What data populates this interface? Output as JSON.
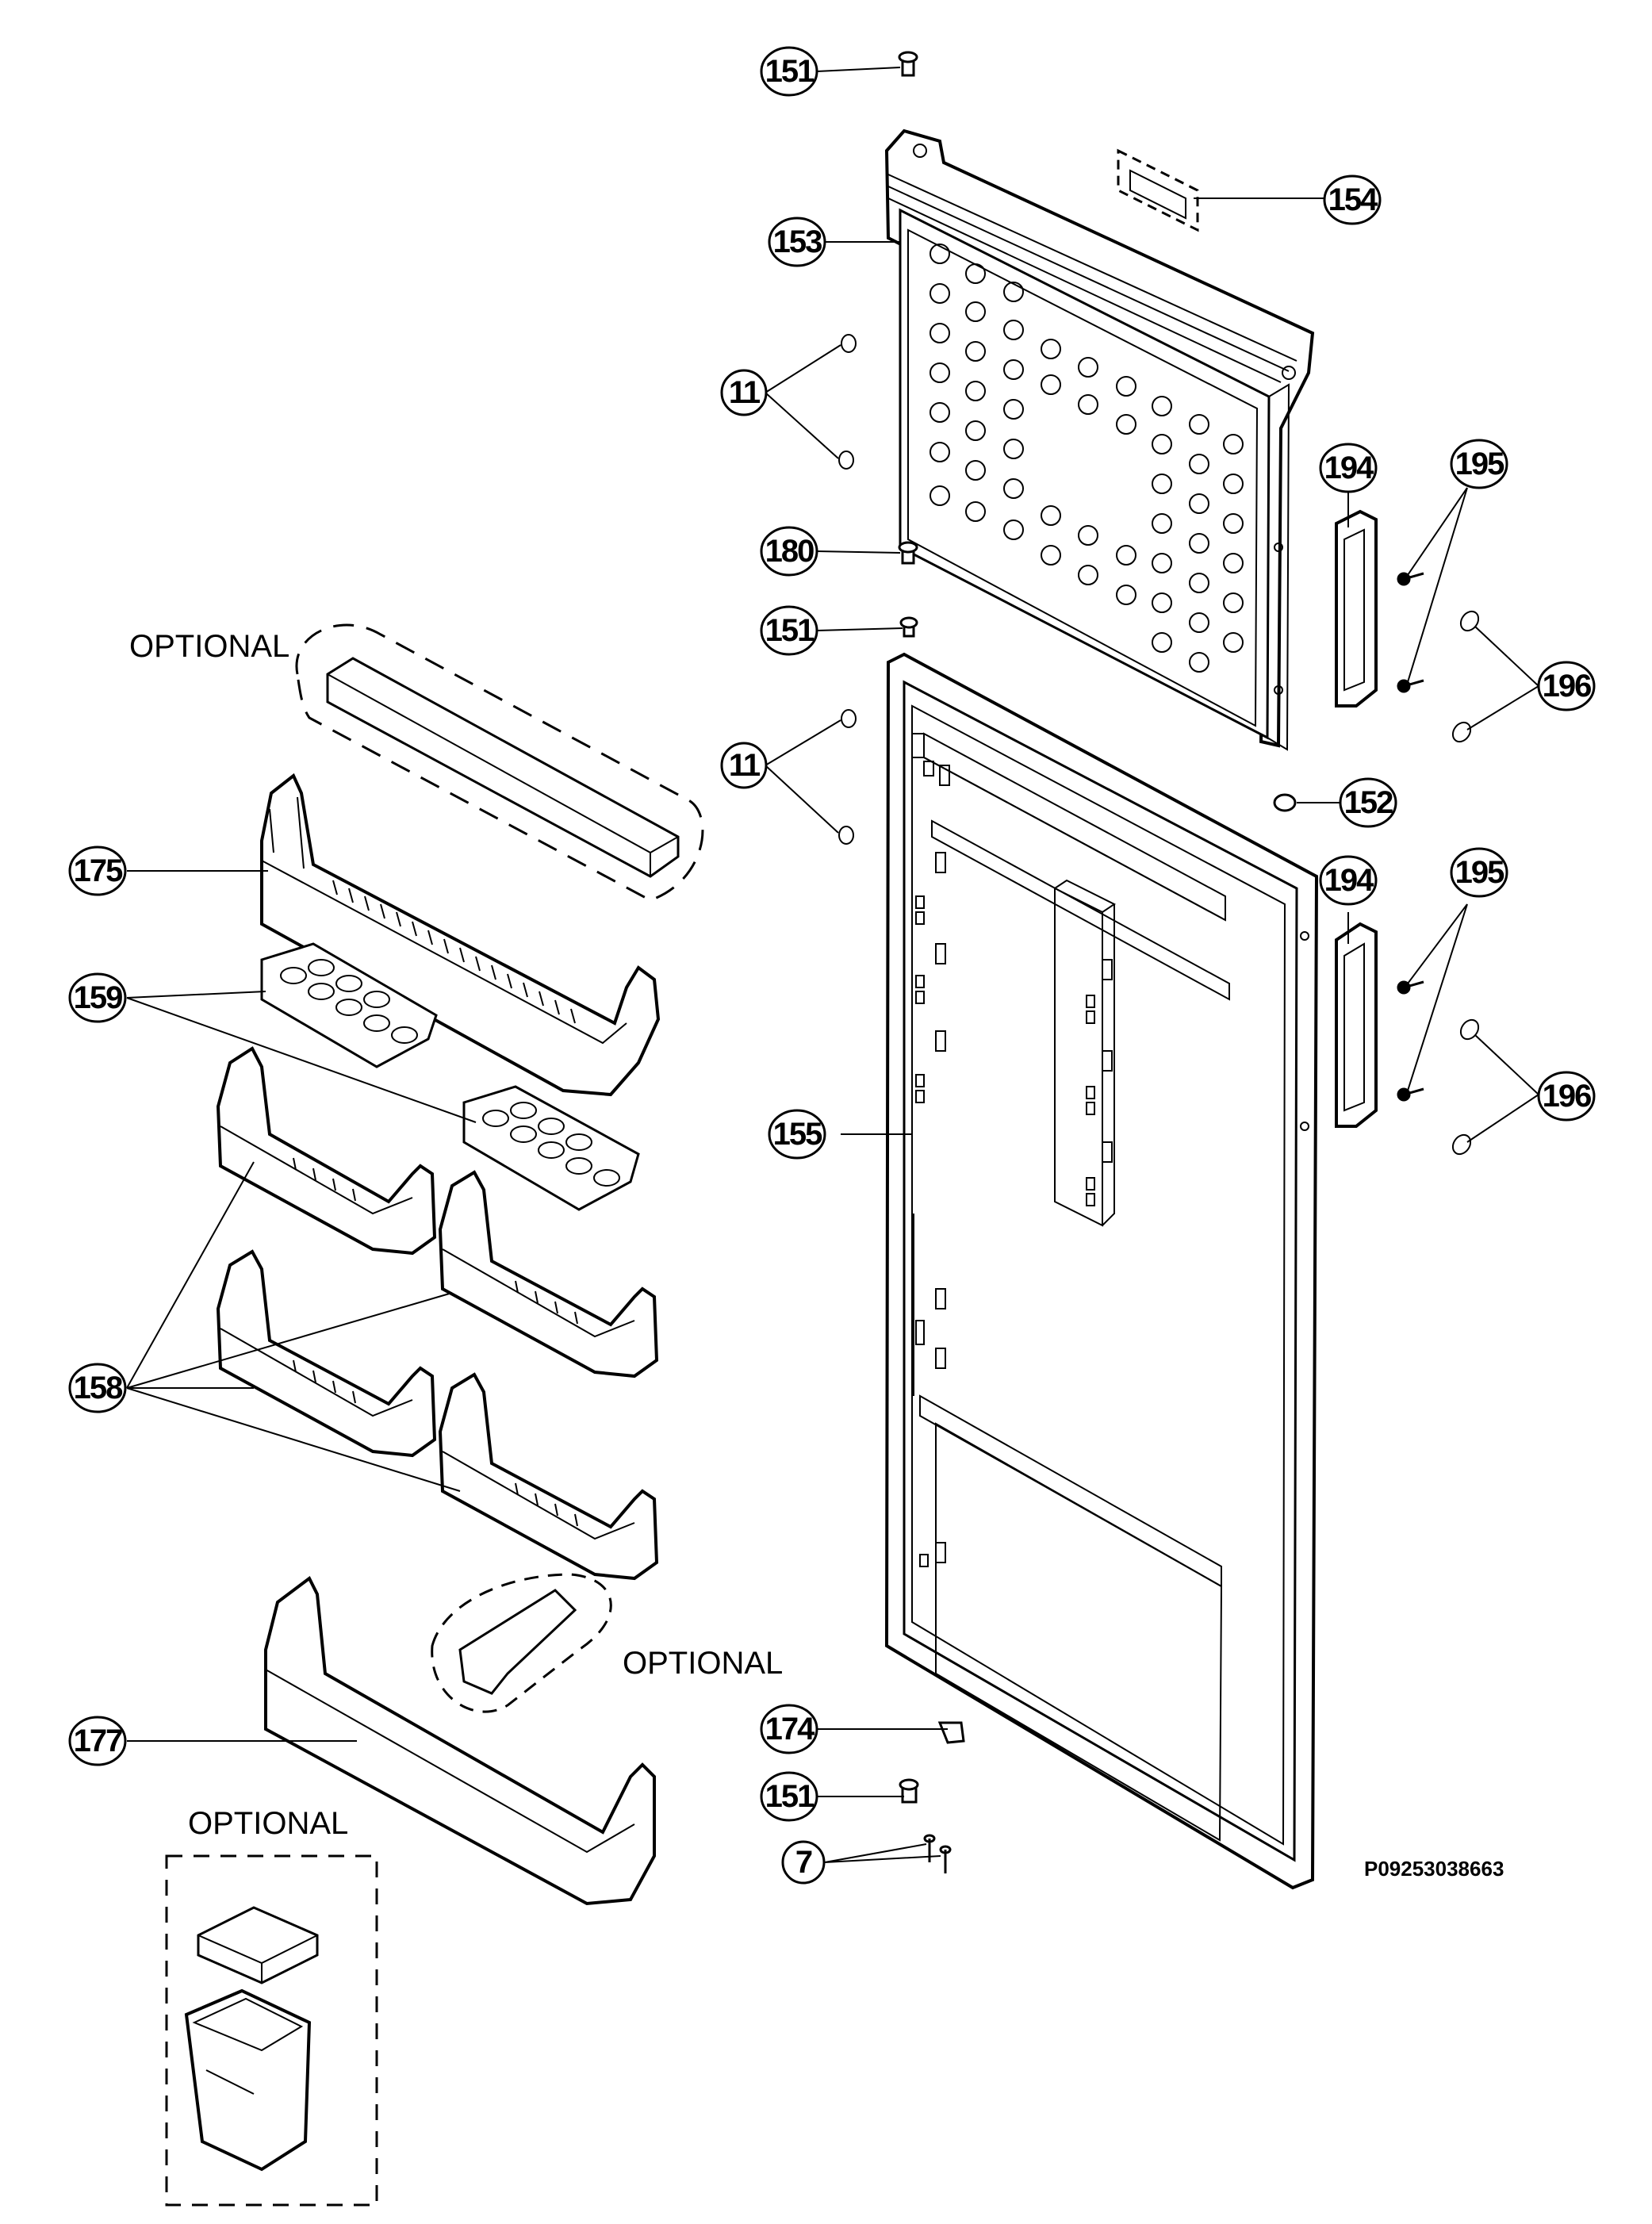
{
  "callouts": {
    "c151a": "151",
    "c154": "154",
    "c153": "153",
    "c11a": "11",
    "c194a": "194",
    "c195a": "195",
    "c180": "180",
    "c151b": "151",
    "c196a": "196",
    "c11b": "11",
    "c152": "152",
    "c194b": "194",
    "c195b": "195",
    "c175": "175",
    "c159": "159",
    "c196b": "196",
    "c155": "155",
    "c158": "158",
    "c174": "174",
    "c177": "177",
    "c151c": "151",
    "c7": "7"
  },
  "labels": {
    "optional_top": "OPTIONAL",
    "optional_mid": "OPTIONAL",
    "optional_bottom": "OPTIONAL",
    "drawing_code": "P09253038663"
  }
}
